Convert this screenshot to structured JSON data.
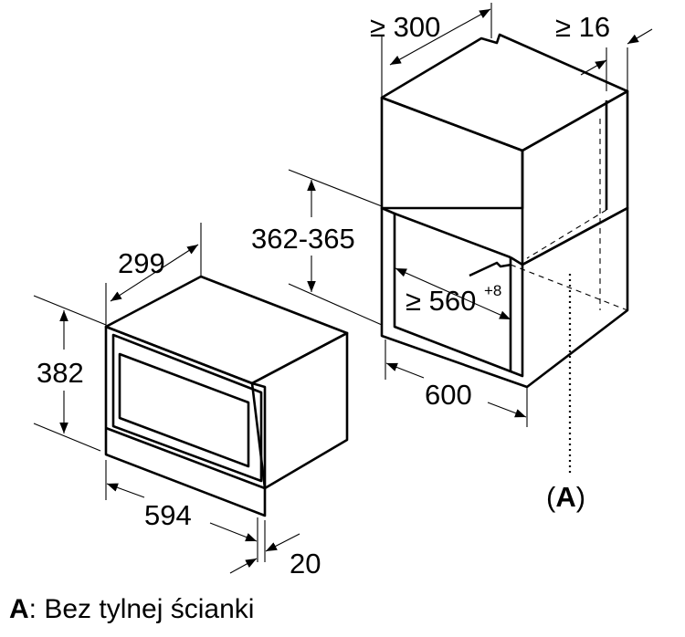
{
  "dimensions": {
    "cabinet_depth": "≥ 300",
    "gap": "≥ 16",
    "niche_height": "362-365",
    "niche_depth": "≥ 560",
    "niche_depth_tolerance": "+8",
    "cabinet_width": "600",
    "appliance_depth": "299",
    "appliance_height": "382",
    "appliance_width": "594",
    "front_thickness": "20"
  },
  "callout": {
    "open_paren": "(",
    "letter": "A",
    "close_paren": ")"
  },
  "legend": {
    "key": "A",
    "separator": ": ",
    "text": "Bez tylnej ścianki"
  }
}
